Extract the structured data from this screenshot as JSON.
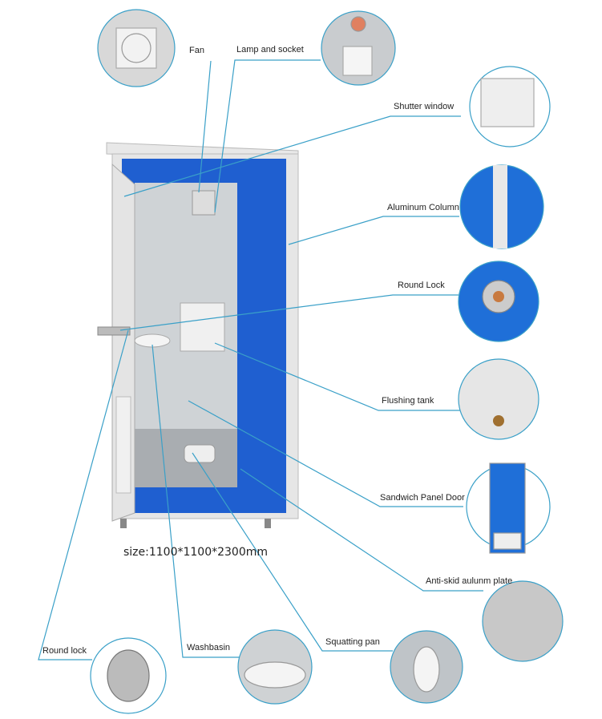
{
  "title_size": "size:1100*1100*2300mm",
  "labels": {
    "fan": "Fan",
    "lamp": "Lamp and socket",
    "shutter": "Shutter window",
    "column": "Aluminum Column",
    "round_lock_top": "Round Lock",
    "flushing": "Flushing tank",
    "door": "Sandwich Panel Door",
    "antiskid": "Anti-skid aulunm plate",
    "squatting": "Squatting pan",
    "washbasin": "Washbasin",
    "round_lock_bottom": "Round lock"
  },
  "colors": {
    "line": "#3aa0c8",
    "panel_blue": "#1f5fd0",
    "frame": "#dcdcdc"
  }
}
